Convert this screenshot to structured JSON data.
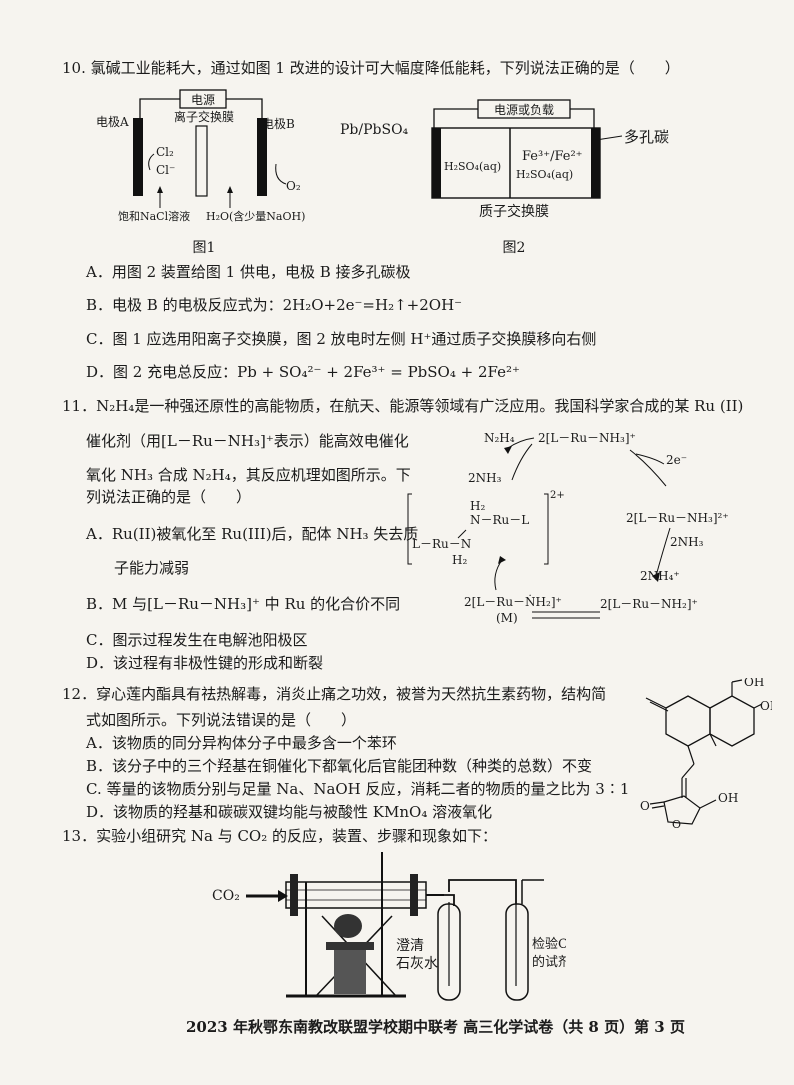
{
  "q10": {
    "stem": "10. 氯碱工业能耗大，通过如图 1 改进的设计可大幅度降低能耗，下列说法正确的是（　　）",
    "fig1": {
      "power": "电源",
      "membrane": "离子交换膜",
      "electrode_a": "电极A",
      "electrode_b": "电极B",
      "cl2": "Cl₂",
      "cl_ion": "Cl⁻",
      "o2": "O₂",
      "left_solution": "饱和NaCl溶液",
      "right_solution": "H₂O(含少量NaOH)",
      "caption": "图1"
    },
    "fig2": {
      "power": "电源或负载",
      "left_electrode": "Pb/PbSO₄",
      "right_electrode": "多孔碳",
      "left_solution": "H₂SO₄(aq)",
      "right_couple": "Fe³⁺/Fe²⁺",
      "right_solution": "H₂SO₄(aq)",
      "membrane": "质子交换膜",
      "caption": "图2"
    },
    "options": [
      "A．用图 2 装置给图 1 供电，电极 B 接多孔碳极",
      "B．电极 B 的电极反应式为：2H₂O+2e⁻=H₂↑+2OH⁻",
      "C．图 1 应选用阳离子交换膜，图 2 放电时左侧 H⁺通过质子交换膜移向右侧",
      "D．图 2 充电总反应：Pb + SO₄²⁻ + 2Fe³⁺ = PbSO₄ + 2Fe²⁺"
    ]
  },
  "q11": {
    "lines": [
      "11．N₂H₄是一种强还原性的高能物质，在航天、能源等领域有广泛应用。我国科学家合成的某 Ru (II)",
      "催化剂（用[L－Ru－NH₃]⁺表示）能高效电催化",
      "氧化 NH₃ 合成 N₂H₄，其反应机理如图所示。下",
      "列说法正确的是（　　）"
    ],
    "options": [
      "A．Ru(II)被氧化至 Ru(III)后，配体 NH₃ 失去质",
      "子能力减弱",
      "B．M 与[L－Ru－NH₃]⁺ 中 Ru 的化合价不同",
      "C．图示过程发生在电解池阳极区",
      "D．该过程有非极性键的形成和断裂"
    ],
    "mech": {
      "n2h4": "N₂H₄",
      "top": "2[L－Ru－NH₃]⁺",
      "e": "2e⁻",
      "two_nh3_left": "2NH₃",
      "right": "2[L－Ru－NH₃]²⁺",
      "two_nh3": "2NH₃",
      "two_nh4": "2NH₄⁺",
      "bottom_right": "2[L－Ru－NH₂]⁺",
      "bottom_left": "2[L－Ru－ṄH₂]⁺",
      "m": "(M)",
      "dimer_h2_top": "H₂",
      "dimer_n_top": "N－Ru－L",
      "dimer_left": "L－Ru－N",
      "dimer_h2_bottom": "H₂",
      "charge": "2+"
    }
  },
  "q12": {
    "lines": [
      "12．穿心莲内酯具有祛热解毒，消炎止痛之功效，被誉为天然抗生素药物，结构简",
      "式如图所示。下列说法错误的是（　　）"
    ],
    "options": [
      "A．该物质的同分异构体分子中最多含一个苯环",
      "B．该分子中的三个羟基在铜催化下都氧化后官能团种数（种类的总数）不变",
      "C. 等量的该物质分别与足量 Na、NaOH 反应，消耗二者的物质的量之比为 3∶1",
      "D．该物质的羟基和碳碳双键均能与被酸性 KMnO₄ 溶液氧化"
    ],
    "oh1": "OH",
    "oh2": "OH",
    "oh3": "OH",
    "o": "O"
  },
  "q13": {
    "stem": "13．实验小组研究 Na 与 CO₂ 的反应，装置、步骤和现象如下：",
    "co2": "CO₂",
    "tube1": [
      "澄清",
      "石灰水"
    ],
    "tube2": [
      "检验CO",
      "的试剂"
    ]
  },
  "footer": "2023 年秋鄂东南教改联盟学校期中联考 高三化学试卷（共 8 页）第 3 页"
}
